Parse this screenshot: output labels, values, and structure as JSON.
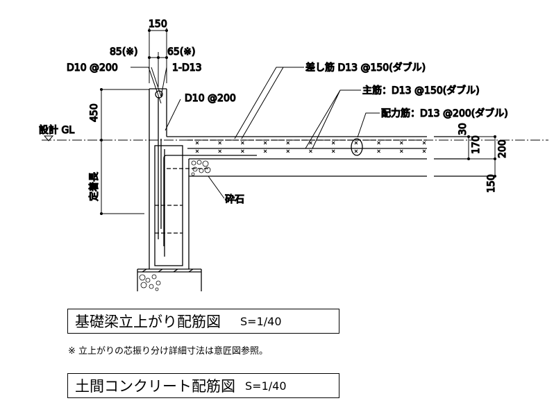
{
  "dims": {
    "top_width": "150",
    "left_offset": "85(※)",
    "right_offset": "65(※)",
    "wall_height": "450",
    "anchor_length": "定着長",
    "gl": "設計 GL",
    "cover": "30",
    "slab_inner": "170",
    "slab_thk": "200",
    "gravel_thk": "150"
  },
  "labels": {
    "vertical_bar": "D10 @200",
    "top_bar": "1-D13",
    "stirrup": "D10 @200",
    "dowel": "差し筋 D13 @150(ダブル)",
    "main": "主筋：D13 @150(ダブル)",
    "distribution": "配力筋：D13 @200(ダブル)",
    "gravel": "砕石"
  },
  "titles": [
    {
      "title": "基礎梁立上がり配筋図",
      "scale": "S=1/40"
    },
    {
      "title": "土間コンクリート配筋図",
      "scale": "S=1/40"
    }
  ],
  "note": "※ 立上がりの芯振り分け詳細寸法は意匠図参照。"
}
